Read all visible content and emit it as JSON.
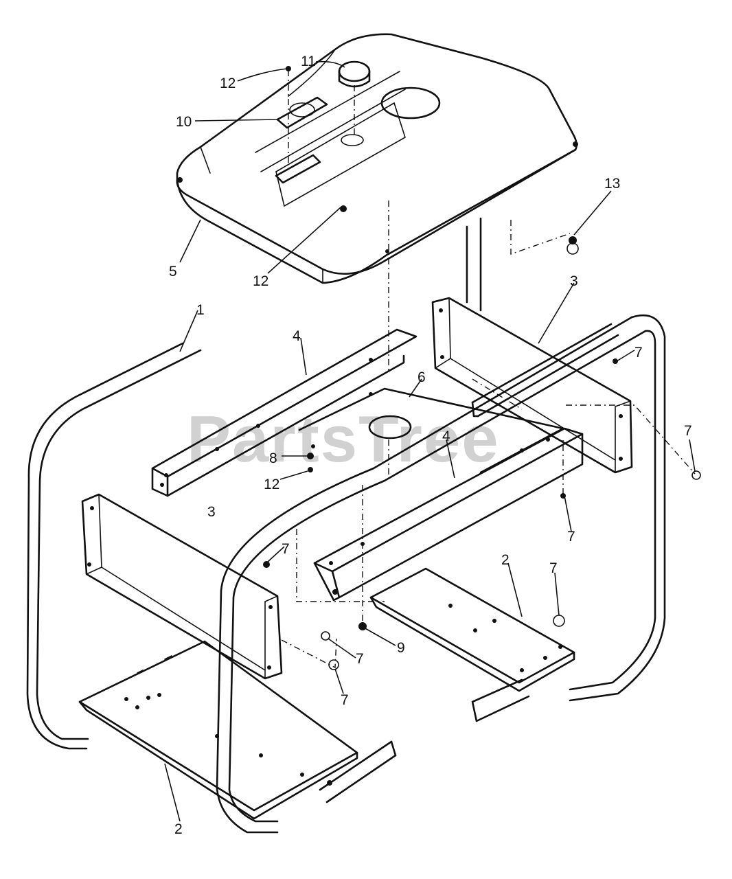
{
  "watermark": "PartsTree",
  "callouts": {
    "c1": "1",
    "c2a": "2",
    "c2b": "2",
    "c3a": "3",
    "c3b": "3",
    "c4a": "4",
    "c4b": "4",
    "c5": "5",
    "c6": "6",
    "c7a": "7",
    "c7b": "7",
    "c7c": "7",
    "c7d": "7",
    "c7e": "7",
    "c7f": "7",
    "c8": "8",
    "c9": "9",
    "c10": "10",
    "c11": "11",
    "c12a": "12",
    "c12b": "12",
    "c12c": "12",
    "c13": "13"
  }
}
